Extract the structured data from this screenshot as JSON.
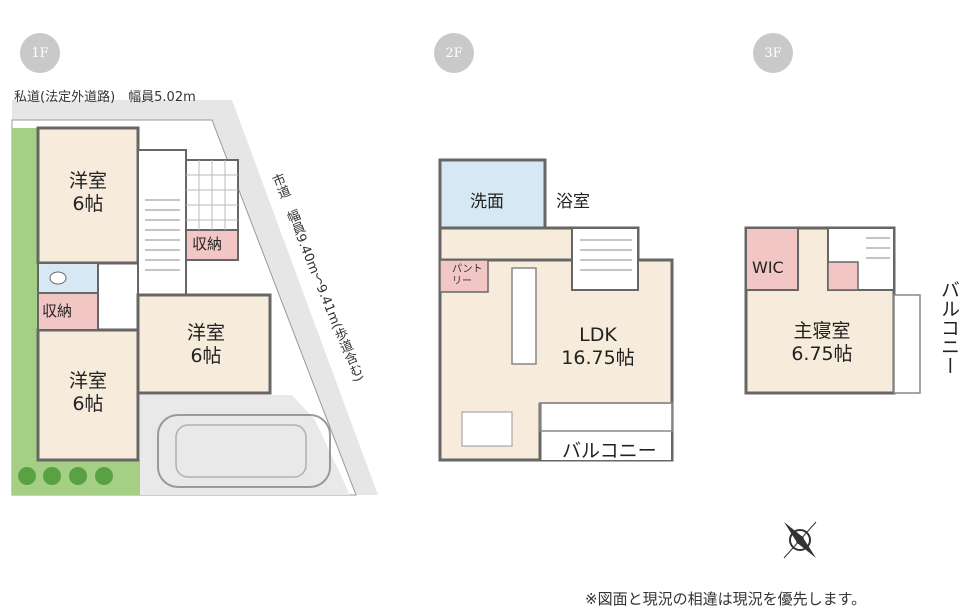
{
  "floors": {
    "f1": {
      "label": "1F",
      "road_private": "私道(法定外道路)　幅員5.02m",
      "road_city": "市道　幅員9.40m～9.41m(歩道含む)",
      "rooms": {
        "west_top": {
          "name": "洋室",
          "size": "6帖"
        },
        "west_bottom": {
          "name": "洋室",
          "size": "6帖"
        },
        "east": {
          "name": "洋室",
          "size": "6帖"
        },
        "storage_top": "収納",
        "storage_left": "収納"
      }
    },
    "f2": {
      "label": "2F",
      "rooms": {
        "washroom": "洗面",
        "bathroom": "浴室",
        "pantry": "パントリー",
        "ldk": {
          "name": "LDK",
          "size": "16.75帖"
        }
      },
      "balcony": "バルコニー"
    },
    "f3": {
      "label": "3F",
      "rooms": {
        "wic": "WIC",
        "master": {
          "name": "主寝室",
          "size": "6.75帖"
        }
      },
      "balcony": "バルコニー"
    }
  },
  "footnote": "※図面と現況の相違は現況を優先します。",
  "colors": {
    "room": "#f7ecdc",
    "wet": "#d6e8f4",
    "storage": "#f3c6c6",
    "garden": "#a6cf86",
    "road": "#e6e6e6",
    "wall": "#666666"
  }
}
